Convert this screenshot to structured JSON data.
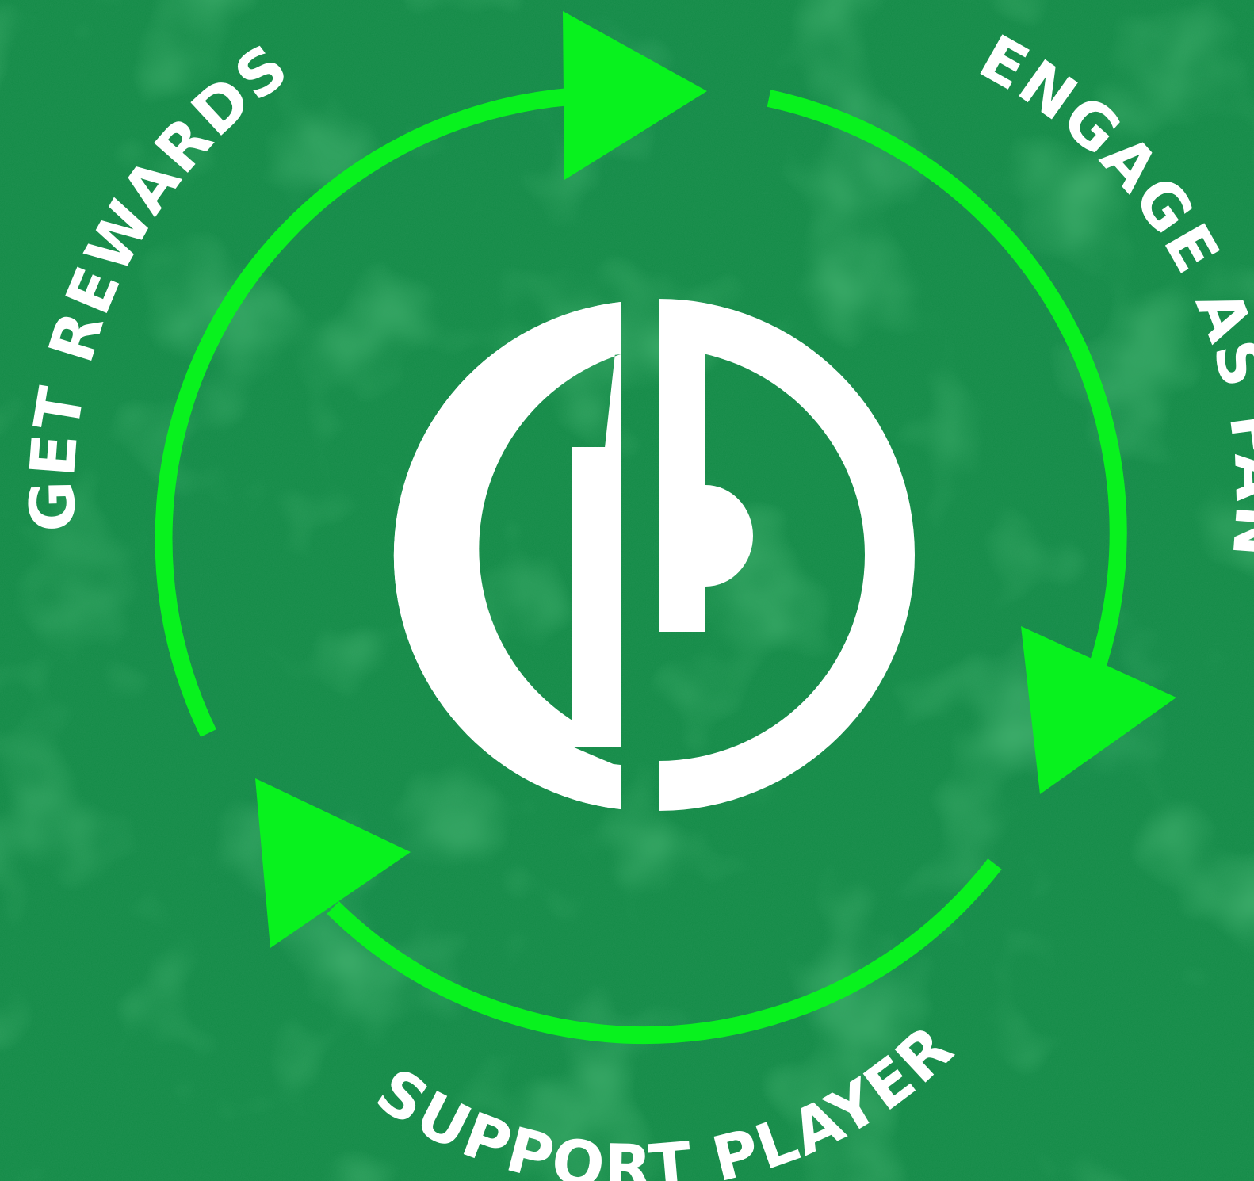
{
  "colors": {
    "background": "#118a45",
    "background_light": "#1fa247",
    "cycle_green": "#08f21e",
    "logo": "#ffffff",
    "label": "#ffffff"
  },
  "logo": {
    "icon": "gp-monogram-logo-icon",
    "label": "GP"
  },
  "cycle": {
    "steps": [
      {
        "label": "ENGAGE AS FAN"
      },
      {
        "label": "SUPPORT PLAYER"
      },
      {
        "label": "GET REWARDS"
      }
    ],
    "arrow_icons": [
      "arrow-right-icon",
      "arrow-down-icon",
      "arrow-up-left-icon"
    ]
  }
}
